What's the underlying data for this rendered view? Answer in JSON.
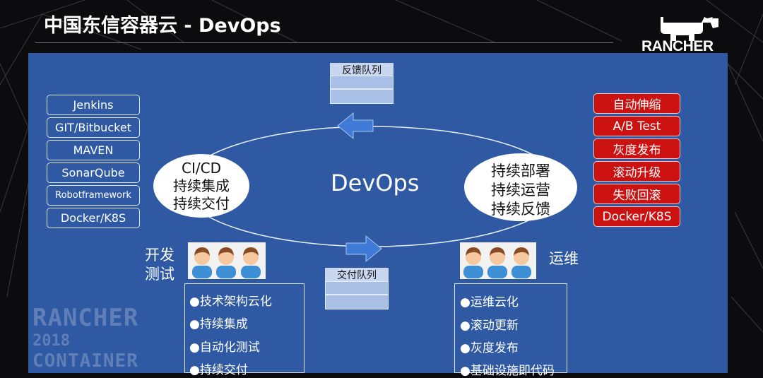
{
  "header": {
    "title": "中国东信容器云 - DevOps"
  },
  "logo": {
    "text": "RANCHER",
    "icon": "bull-icon"
  },
  "tools": [
    "Jenkins",
    "GIT/Bitbucket",
    "MAVEN",
    "SonarQube",
    "Robotframework",
    "Docker/K8S"
  ],
  "ops": [
    "自动伸缩",
    "A/B Test",
    "灰度发布",
    "滚动升级",
    "失败回滚",
    "Docker/K8S"
  ],
  "queues": {
    "feedback": "反馈队列",
    "delivery": "交付队列"
  },
  "cycle": {
    "center": "DevOps",
    "left": [
      "CI/CD",
      "持续集成",
      "持续交付"
    ],
    "right": [
      "持续部署",
      "持续运营",
      "持续反馈"
    ]
  },
  "dev": {
    "label_line1": "开发",
    "label_line2": "测试",
    "items": [
      "●技术架构云化",
      "●持续集成",
      "●自动化测试",
      "●持续交付"
    ]
  },
  "opsteam": {
    "label": "运维",
    "items": [
      "●运维云化",
      "●滚动更新",
      "●灰度发布",
      "●基础设施即代码"
    ]
  },
  "watermark": {
    "line1": "RANCHER",
    "line2": "2018",
    "line3": "CONTAINER"
  },
  "colors": {
    "panel": "#2f5aa3",
    "ops_red": "#cc1111",
    "background": "#0c0c0e"
  }
}
